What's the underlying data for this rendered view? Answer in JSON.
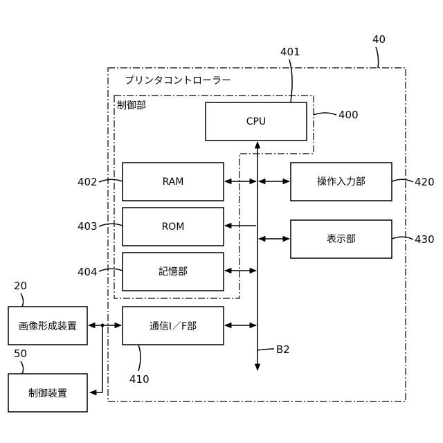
{
  "refs": {
    "r40": "40",
    "r401": "401",
    "r400": "400",
    "r402": "402",
    "r403": "403",
    "r404": "404",
    "r420": "420",
    "r430": "430",
    "r20": "20",
    "r50": "50",
    "r410": "410",
    "b2": "B2"
  },
  "labels": {
    "printer_controller": "プリンタコントローラー",
    "control_unit": "制御部",
    "cpu": "CPU",
    "ram": "RAM",
    "rom": "ROM",
    "storage": "記憶部",
    "comm_if": "通信I／F部",
    "operation_input": "操作入力部",
    "display": "表示部",
    "image_forming": "画像形成装置",
    "control_device": "制御装置"
  }
}
